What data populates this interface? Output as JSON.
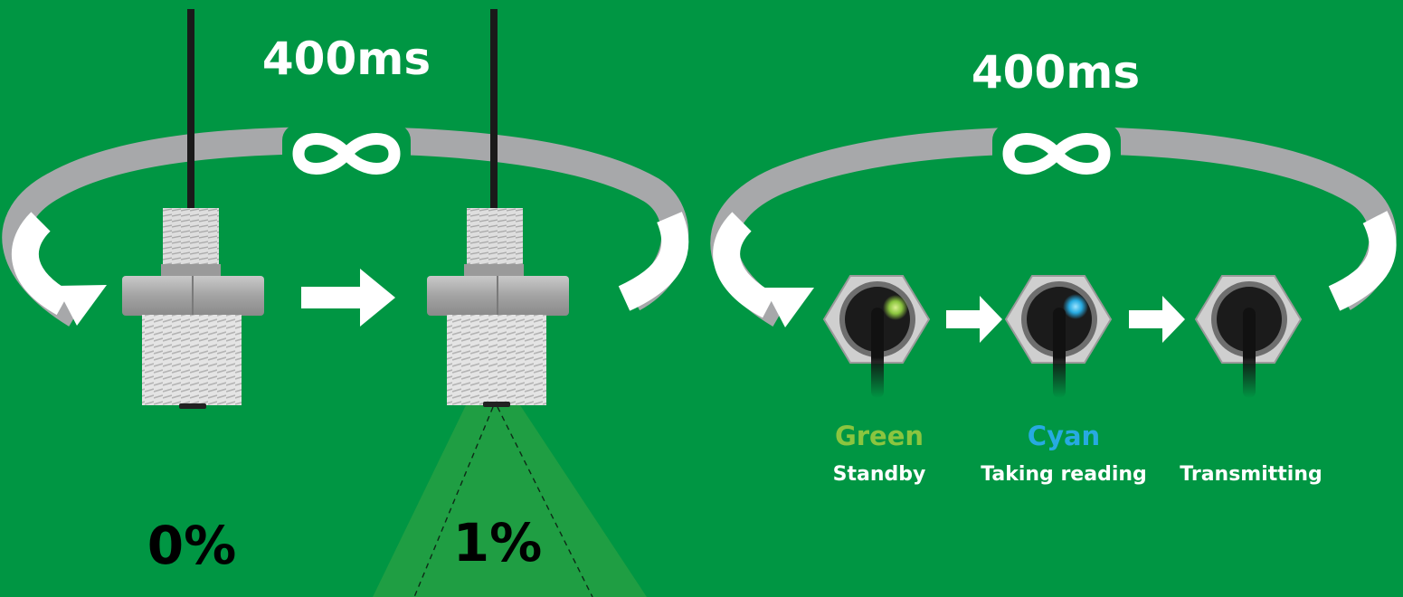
{
  "colors": {
    "background": "#009643",
    "beam": "#1f9e43",
    "loop": "#a7a8aa",
    "arrow": "#ffffff",
    "green_led": "#8bc53f",
    "cyan_led": "#27aae1",
    "text_dark": "#000000",
    "text_light": "#ffffff"
  },
  "left": {
    "interval_label": "400ms",
    "loop_icon": "infinity-icon",
    "reading_off": "0%",
    "reading_on": "1%"
  },
  "right": {
    "interval_label": "400ms",
    "loop_icon": "infinity-icon",
    "states": [
      {
        "color_name": "Green",
        "color": "#8bc53f",
        "label": "Standby"
      },
      {
        "color_name": "Cyan",
        "color": "#27aae1",
        "label": "Taking reading"
      },
      {
        "color_name": "",
        "color": "",
        "label": "Transmitting"
      }
    ]
  }
}
